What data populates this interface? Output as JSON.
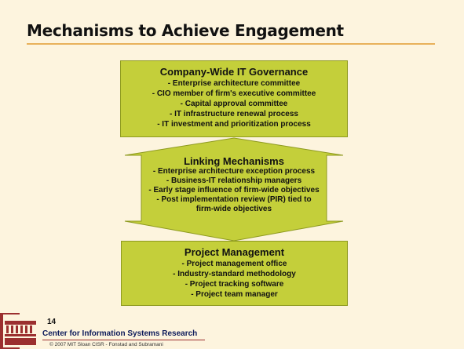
{
  "slide": {
    "title": "Mechanisms to Achieve Engagement",
    "page_number": "14",
    "center_name": "Center for Information Systems Research",
    "copyright": "© 2007 MIT Sloan CISR - Fonstad and Subramani"
  },
  "governance": {
    "heading": "Company-Wide IT Governance",
    "items": [
      "- Enterprise architecture committee",
      "- CIO member of firm's executive committee",
      "- Capital approval committee",
      "- IT infrastructure renewal process",
      "- IT investment and prioritization process"
    ]
  },
  "linking": {
    "heading": "Linking Mechanisms",
    "items": [
      "- Enterprise architecture exception process",
      "- Business-IT relationship managers",
      "- Early stage influence of firm-wide objectives",
      "- Post implementation review (PIR) tied to",
      "firm-wide objectives"
    ]
  },
  "project": {
    "heading": "Project Management",
    "items": [
      "- Project management office",
      "- Industry-standard methodology",
      "- Project tracking software",
      "- Project team manager"
    ]
  },
  "colors": {
    "box_fill": "#c4cf3a",
    "background": "#fdf4de",
    "accent": "#9b2f2f"
  }
}
